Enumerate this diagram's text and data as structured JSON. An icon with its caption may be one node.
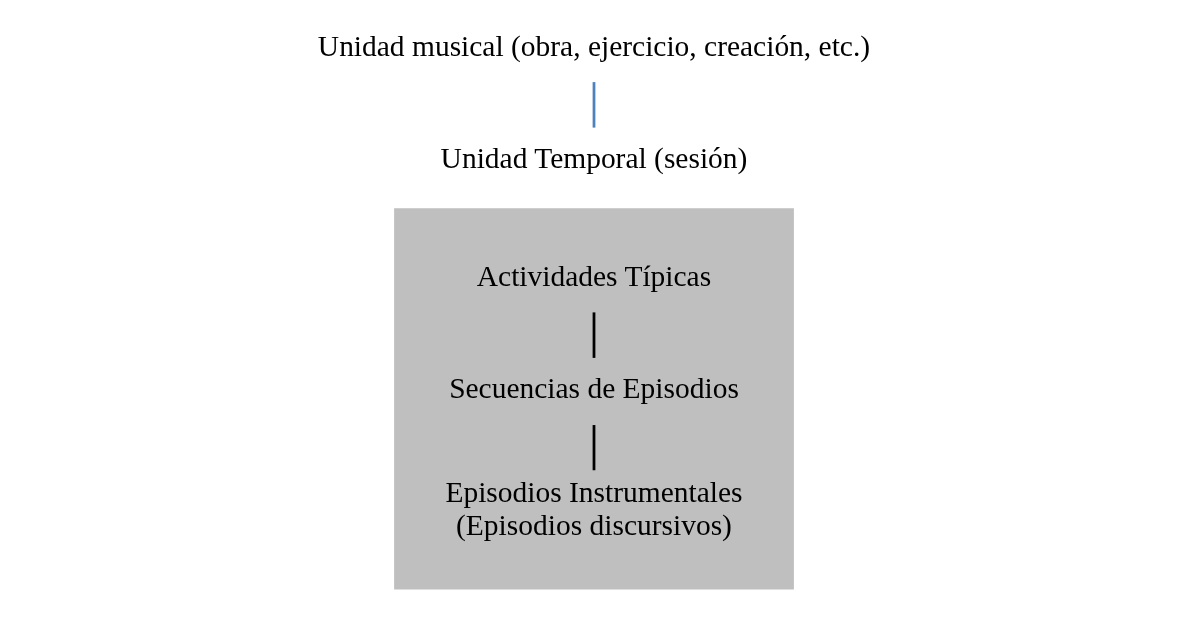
{
  "diagram": {
    "nodes": [
      {
        "text": [
          "Unidad musical (obra, ejercicio, creación, etc.)"
        ]
      },
      {
        "text": [
          "Unidad Temporal (sesión)"
        ]
      },
      {
        "text": [],
        "shape": "box"
      },
      {
        "text": [
          "Actividades Típicas"
        ],
        "in": 2
      },
      {
        "text": [
          "Secuencias de Episodios"
        ],
        "in": 2
      },
      {
        "text": [
          "Episodios Instrumentales",
          "(Episodios discursivos)"
        ],
        "in": 2
      }
    ],
    "edges": [
      {
        "from": 0,
        "to": 1,
        "arrow": "none",
        "color": "#4f81bd"
      },
      {
        "from": 3,
        "to": 4,
        "arrow": "none"
      },
      {
        "from": 4,
        "to": 5,
        "arrow": "none"
      }
    ]
  }
}
